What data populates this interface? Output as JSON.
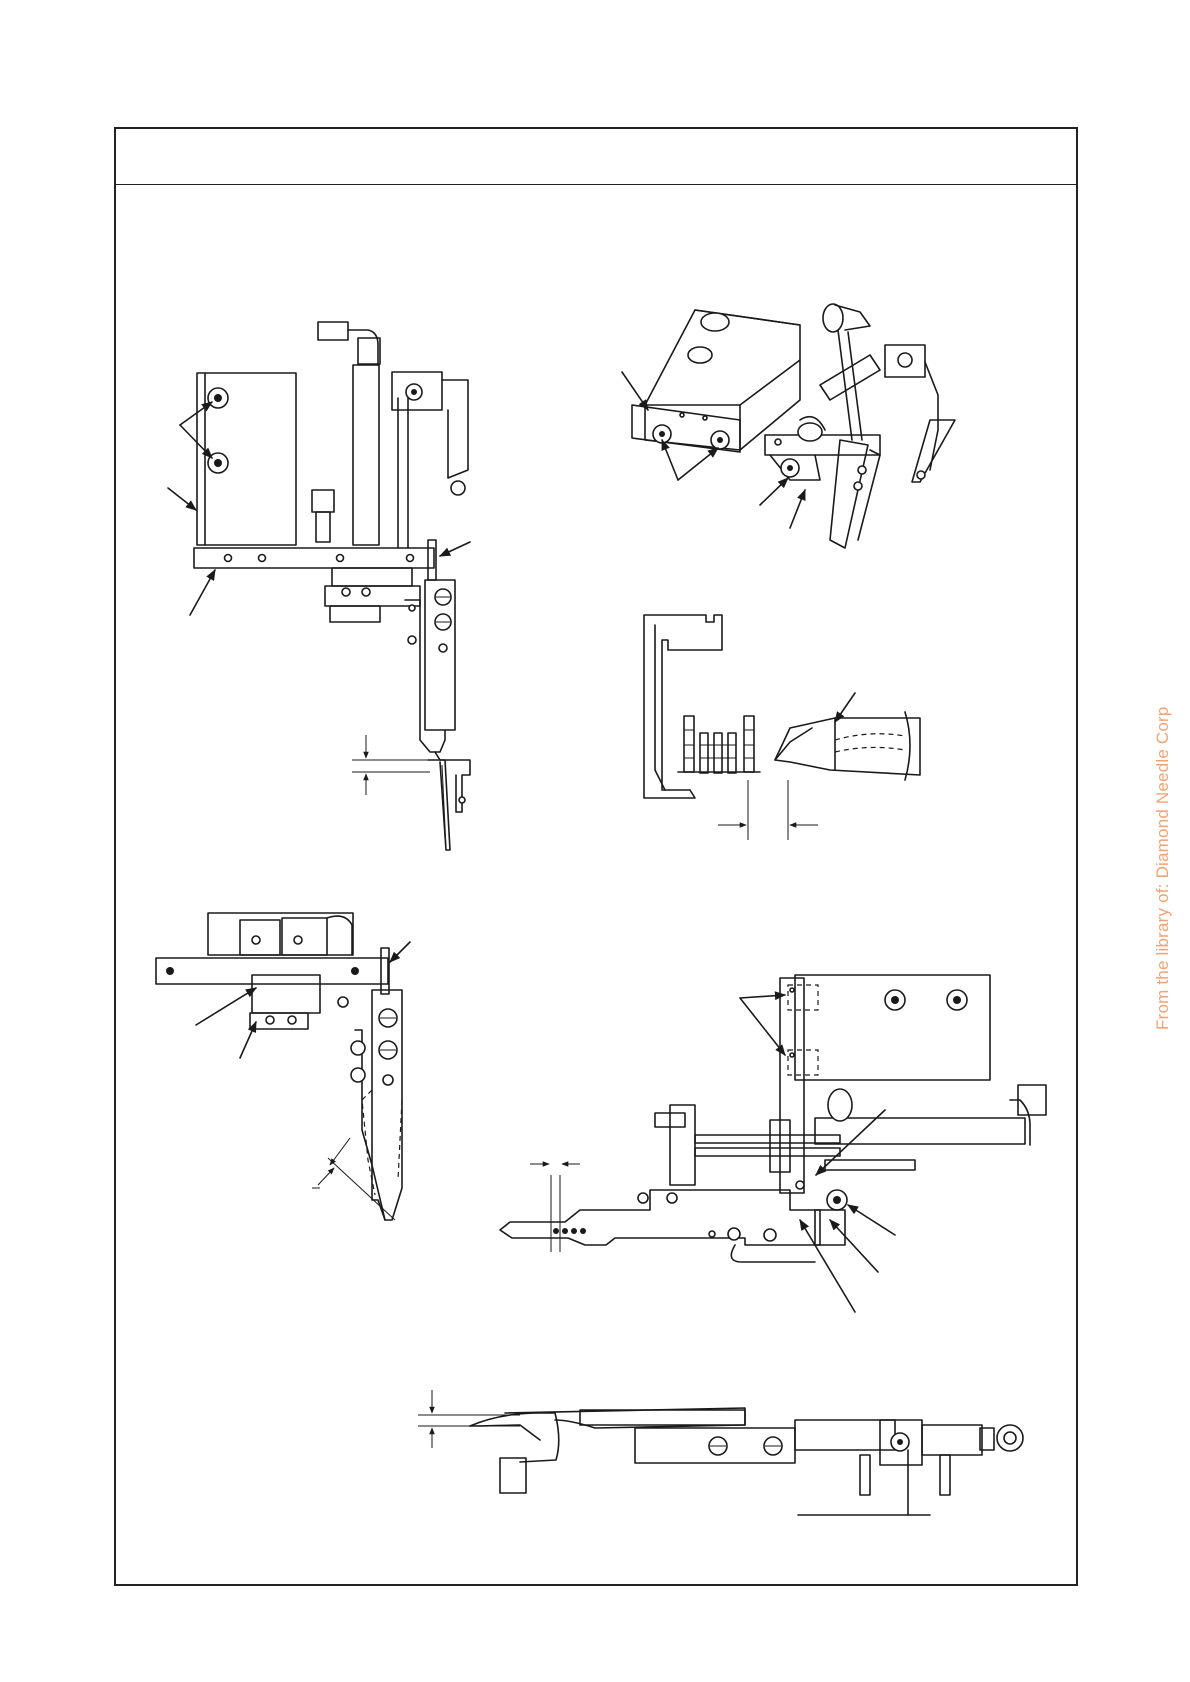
{
  "page": {
    "watermark": "From the library of: Diamond Needle Corp"
  },
  "figures": [
    {
      "id": "fig-top-left",
      "kind": "technical-drawing",
      "icon": "needle-holder-assembly-front-view"
    },
    {
      "id": "fig-top-right",
      "kind": "technical-drawing",
      "icon": "cylinder-assembly-isometric-view"
    },
    {
      "id": "fig-middle-right",
      "kind": "technical-drawing",
      "icon": "feed-dog-and-knife-clearance-view"
    },
    {
      "id": "fig-middle-left",
      "kind": "technical-drawing",
      "icon": "knife-holder-detail-view"
    },
    {
      "id": "fig-lower-right",
      "kind": "technical-drawing",
      "icon": "cylinder-bracket-side-view"
    },
    {
      "id": "fig-bottom",
      "kind": "technical-drawing",
      "icon": "presser-plate-height-view"
    }
  ]
}
